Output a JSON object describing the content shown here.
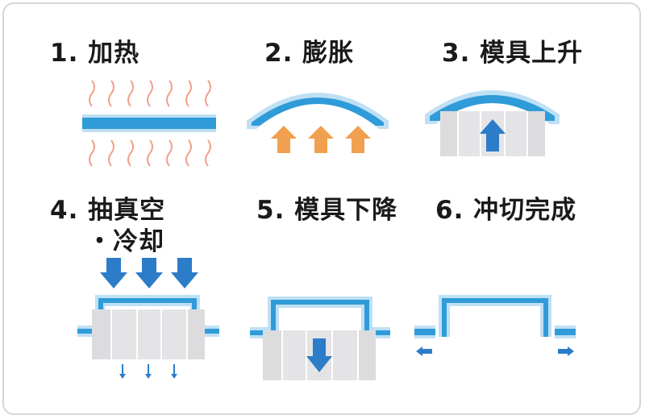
{
  "steps": [
    {
      "label": "1. 加热"
    },
    {
      "label": "2. 膨胀"
    },
    {
      "label": "3. 模具上升"
    },
    {
      "label": "4. 抽真空"
    },
    {
      "label": "5. 模具下降"
    },
    {
      "label": "6. 冲切完成"
    }
  ],
  "step4_sub": "・冷却",
  "colors": {
    "sheet_light": "#bfe0f4",
    "sheet": "#2f9bd8",
    "arrow_blue": "#2c7cc8",
    "arrow_orange": "#f0a04e",
    "heat": "#f0a08a",
    "mold": "#dcdcdf",
    "mold_line": "#ffffff"
  }
}
